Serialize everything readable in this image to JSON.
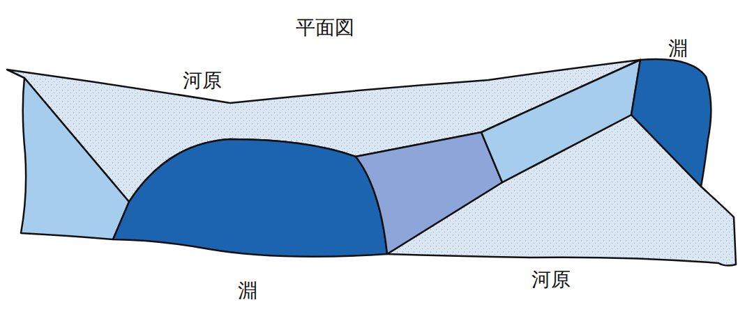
{
  "diagram": {
    "title": "平面図",
    "labels": [
      "河原",
      "淵",
      "淵",
      "河原"
    ]
  }
}
